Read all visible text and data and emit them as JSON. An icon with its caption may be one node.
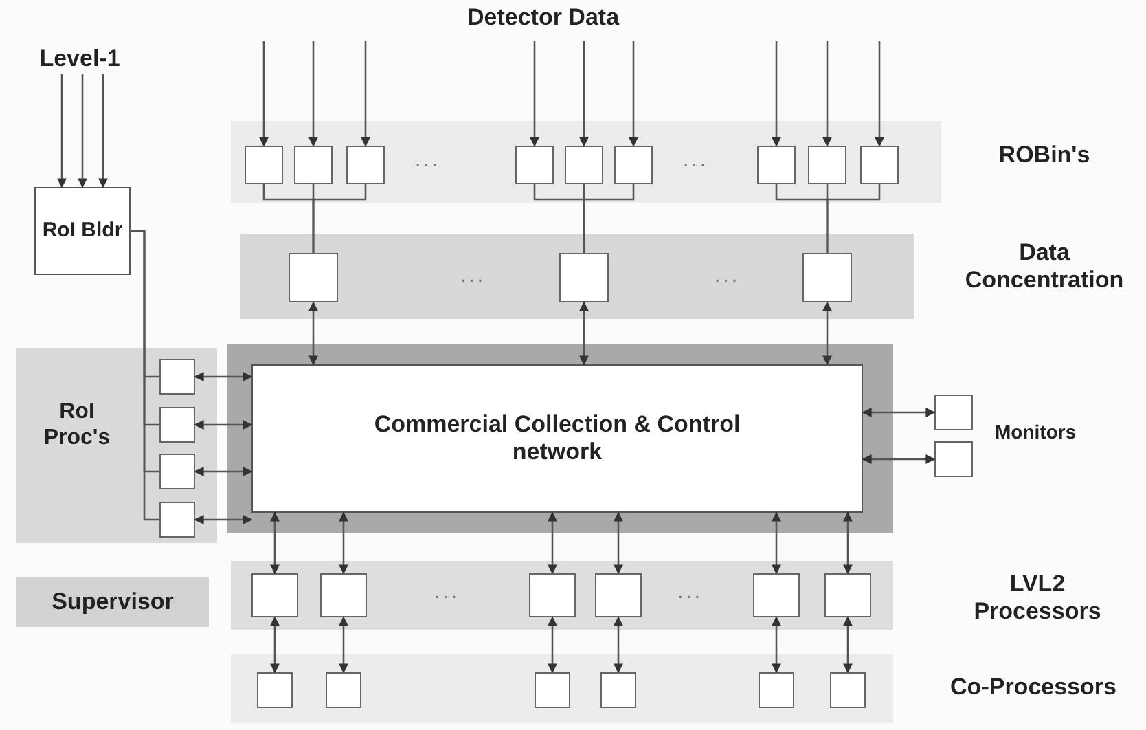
{
  "diagram": {
    "nodes": [
      {
        "text": [
          "Level-1"
        ]
      },
      {
        "text": [
          "ROBin's"
        ]
      },
      {
        "text": [],
        "shape": "box",
        "in": 1
      },
      {
        "text": [],
        "shape": "box",
        "in": 1
      },
      {
        "text": [],
        "shape": "box",
        "in": 1
      },
      {
        "text": [],
        "shape": "box",
        "in": 1
      },
      {
        "text": [],
        "shape": "box",
        "in": 1
      },
      {
        "text": [],
        "shape": "box",
        "in": 1
      },
      {
        "text": [],
        "shape": "box",
        "in": 1
      },
      {
        "text": [],
        "shape": "box",
        "in": 1
      },
      {
        "text": [],
        "shape": "box",
        "in": 1
      },
      {
        "text": [
          "RoI Bldr"
        ]
      },
      {
        "text": [
          "Data Concentration"
        ]
      },
      {
        "text": [],
        "shape": "box",
        "in": 12
      },
      {
        "text": [],
        "shape": "box",
        "in": 12
      },
      {
        "text": [],
        "shape": "box",
        "in": 12
      },
      {
        "text": [
          "RoI Proc's"
        ]
      },
      {
        "text": [],
        "shape": "box",
        "in": 16
      },
      {
        "text": [],
        "shape": "box",
        "in": 16
      },
      {
        "text": [],
        "shape": "box",
        "in": 16
      },
      {
        "text": [],
        "shape": "box",
        "in": 16
      },
      {
        "text": [],
        "shape": "bar"
      },
      {
        "text": [
          "Commercial Collection & Control network"
        ],
        "in": 21
      },
      {
        "text": [],
        "shape": "box"
      },
      {
        "text": [],
        "shape": "box"
      },
      {
        "text": [
          "Supervisor"
        ]
      },
      {
        "text": [
          "LVL2 Processors"
        ]
      },
      {
        "text": [],
        "shape": "box",
        "in": 26
      },
      {
        "text": [],
        "shape": "box",
        "in": 26
      },
      {
        "text": [],
        "shape": "box",
        "in": 26
      },
      {
        "text": [],
        "shape": "box",
        "in": 26
      },
      {
        "text": [],
        "shape": "box",
        "in": 26
      },
      {
        "text": [],
        "shape": "box",
        "in": 26
      },
      {
        "text": [
          "Co-Processors"
        ]
      },
      {
        "text": [],
        "shape": "box",
        "in": 33
      },
      {
        "text": [],
        "shape": "box",
        "in": 33
      },
      {
        "text": [],
        "shape": "box",
        "in": 33
      },
      {
        "text": [],
        "shape": "box",
        "in": 33
      },
      {
        "text": [],
        "shape": "box",
        "in": 33
      },
      {
        "text": [],
        "shape": "box",
        "in": 33
      }
    ],
    "edges": [
      {
        "from": 0,
        "to": 11,
        "arrow": "to"
      },
      {
        "from": 0,
        "to": 11,
        "arrow": "to"
      },
      {
        "from": 0,
        "to": 11,
        "arrow": "to"
      },
      {
        "from": null,
        "to": 2,
        "arrow": "to"
      },
      {
        "from": null,
        "to": 3,
        "arrow": "to"
      },
      {
        "from": null,
        "to": 4,
        "arrow": "to"
      },
      {
        "from": null,
        "to": 5,
        "arrow": "to"
      },
      {
        "from": null,
        "to": 6,
        "arrow": "to"
      },
      {
        "from": null,
        "to": 7,
        "arrow": "to"
      },
      {
        "from": null,
        "to": 8,
        "arrow": "to"
      },
      {
        "from": null,
        "to": 9,
        "arrow": "to"
      },
      {
        "from": null,
        "to": 10,
        "arrow": "to"
      },
      {
        "from": 2,
        "to": 13,
        "arrow": "none"
      },
      {
        "from": 3,
        "to": 13,
        "arrow": "none"
      },
      {
        "from": 4,
        "to": 13,
        "arrow": "none"
      },
      {
        "from": 5,
        "to": 14,
        "arrow": "none"
      },
      {
        "from": 6,
        "to": 14,
        "arrow": "none"
      },
      {
        "from": 7,
        "to": 14,
        "arrow": "none"
      },
      {
        "from": 8,
        "to": 15,
        "arrow": "none"
      },
      {
        "from": 9,
        "to": 15,
        "arrow": "none"
      },
      {
        "from": 10,
        "to": 15,
        "arrow": "none"
      },
      {
        "from": 13,
        "to": 22,
        "arrow": "both"
      },
      {
        "from": 14,
        "to": 22,
        "arrow": "both"
      },
      {
        "from": 15,
        "to": 22,
        "arrow": "both"
      },
      {
        "from": 11,
        "to": 17,
        "arrow": "none"
      },
      {
        "from": 11,
        "to": 18,
        "arrow": "none"
      },
      {
        "from": 11,
        "to": 19,
        "arrow": "none"
      },
      {
        "from": 11,
        "to": 20,
        "arrow": "none"
      },
      {
        "from": 17,
        "to": 22,
        "arrow": "both"
      },
      {
        "from": 18,
        "to": 22,
        "arrow": "both"
      },
      {
        "from": 19,
        "to": 22,
        "arrow": "both"
      },
      {
        "from": 20,
        "to": 22,
        "arrow": "both"
      },
      {
        "from": 22,
        "to": 23,
        "arrow": "both"
      },
      {
        "from": 22,
        "to": 24,
        "arrow": "both"
      },
      {
        "from": 22,
        "to": 27,
        "arrow": "both"
      },
      {
        "from": 22,
        "to": 28,
        "arrow": "both"
      },
      {
        "from": 22,
        "to": 29,
        "arrow": "both"
      },
      {
        "from": 22,
        "to": 30,
        "arrow": "both"
      },
      {
        "from": 22,
        "to": 31,
        "arrow": "both"
      },
      {
        "from": 22,
        "to": 32,
        "arrow": "both"
      },
      {
        "from": 27,
        "to": 34,
        "arrow": "both"
      },
      {
        "from": 28,
        "to": 35,
        "arrow": "both"
      },
      {
        "from": 29,
        "to": 36,
        "arrow": "both"
      },
      {
        "from": 30,
        "to": 37,
        "arrow": "both"
      },
      {
        "from": 31,
        "to": 38,
        "arrow": "both"
      },
      {
        "from": 32,
        "to": 39,
        "arrow": "both"
      }
    ],
    "labels": [
      "Detector Data",
      "...",
      "...",
      "...",
      "...",
      "Monitors",
      "...",
      "..."
    ]
  }
}
